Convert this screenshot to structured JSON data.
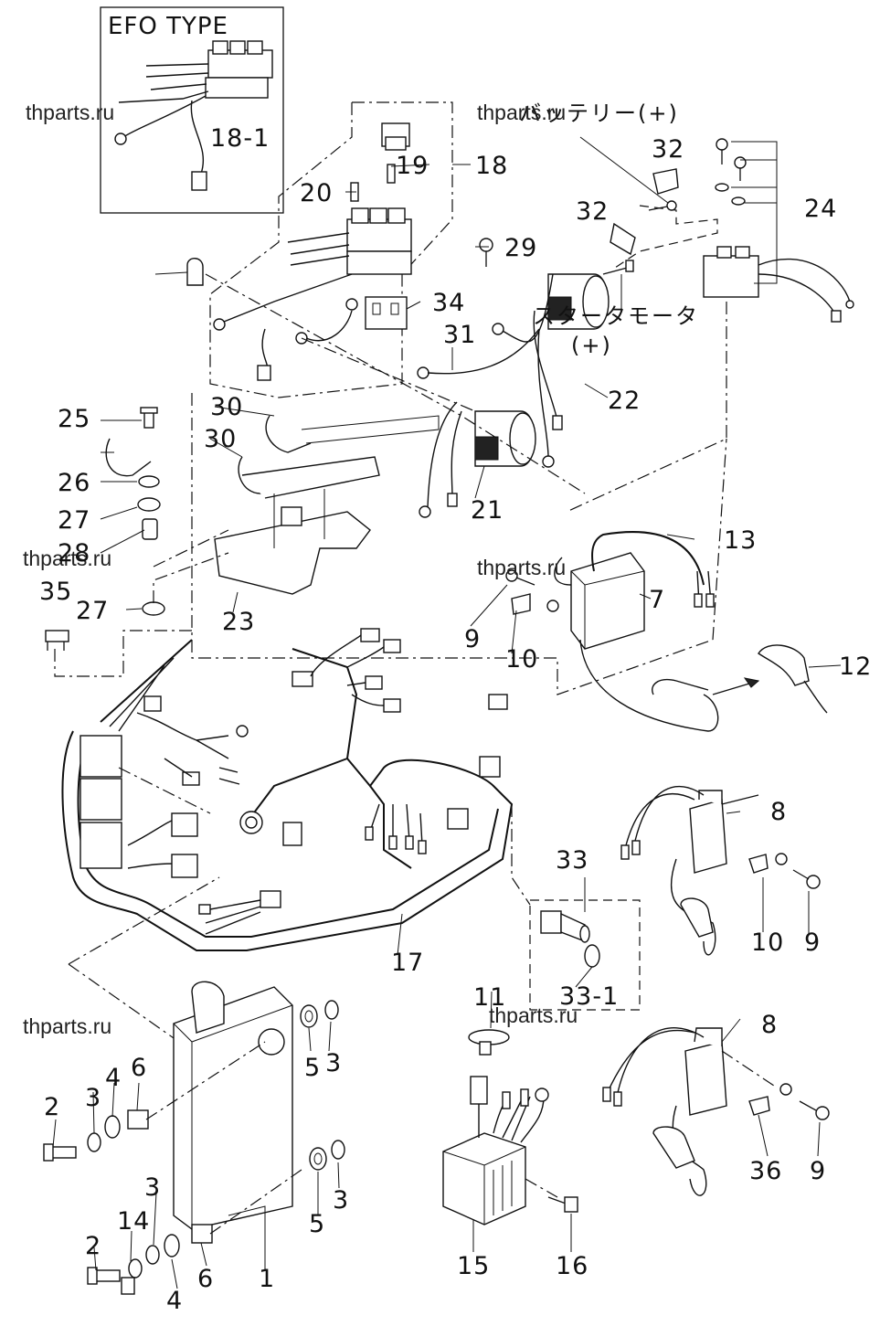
{
  "inset_title": "EFO TYPE",
  "watermark": "thparts.ru",
  "japanese": {
    "battery_plus": "バッテリー(+)",
    "starter_motor": "スタータモータ",
    "starter_motor_plus": "(+)"
  },
  "callouts": [
    "18-1",
    "19",
    "18",
    "20",
    "32",
    "24",
    "29",
    "32",
    "34",
    "31",
    "22",
    "30",
    "25",
    "30",
    "26",
    "21",
    "27",
    "28",
    "35",
    "27",
    "23",
    "13",
    "9",
    "10",
    "7",
    "12",
    "8",
    "33",
    "10",
    "9",
    "17",
    "33-1",
    "11",
    "8",
    "6",
    "5",
    "3",
    "2",
    "3",
    "4",
    "3",
    "5",
    "3",
    "14",
    "2",
    "6",
    "4",
    "1",
    "15",
    "16",
    "36",
    "9"
  ]
}
